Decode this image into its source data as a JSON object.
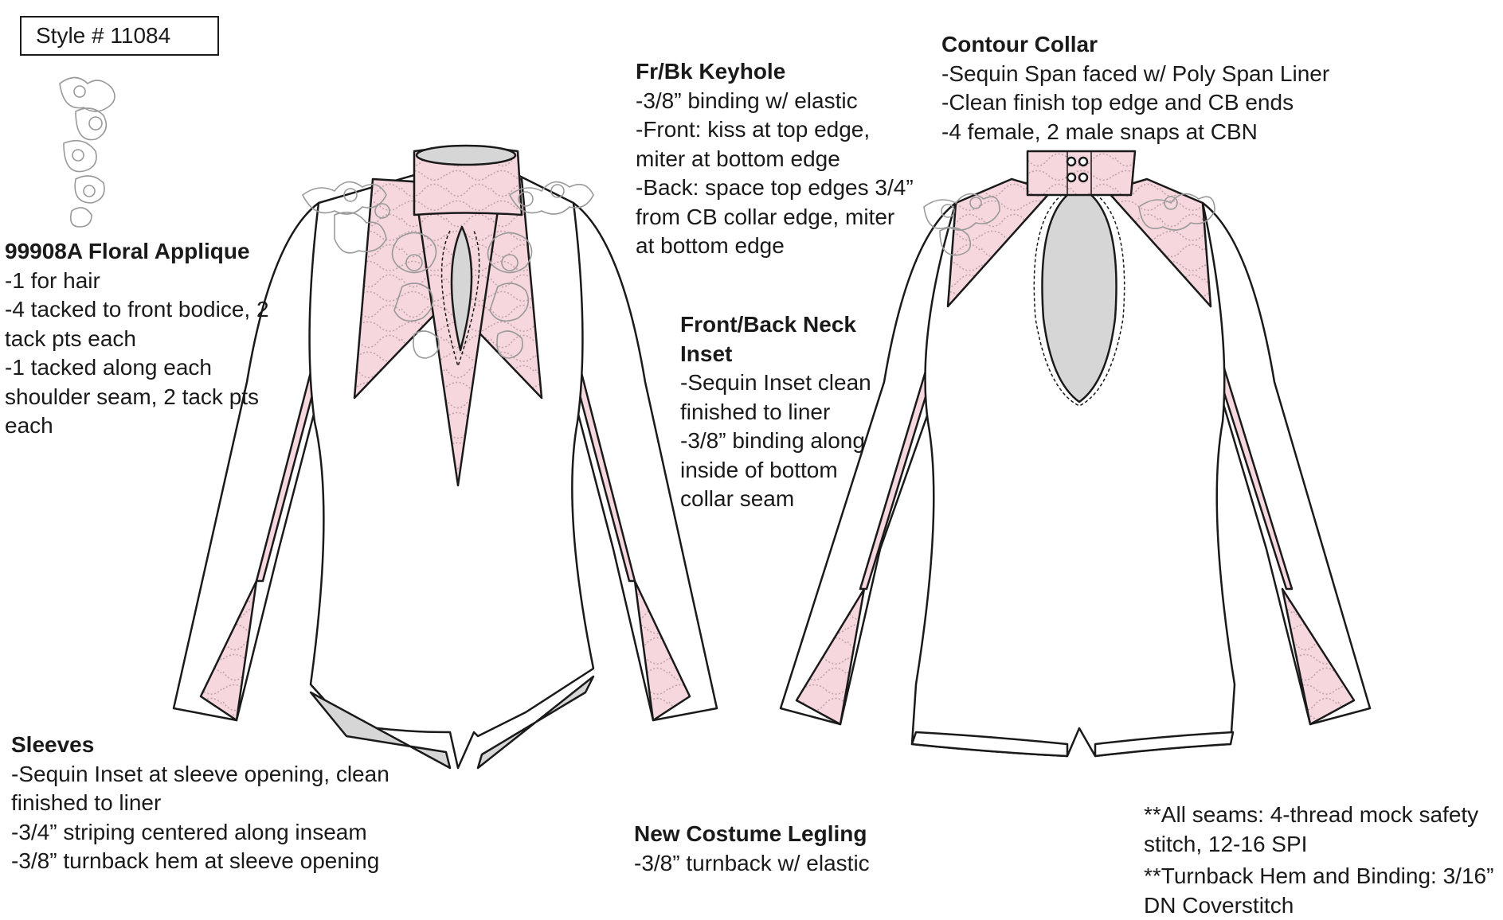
{
  "style_number": "Style # 11084",
  "notes": {
    "applique": {
      "heading": "99908A Floral Applique",
      "lines": [
        "-1 for hair",
        "-4 tacked to front bodice, 2",
        "tack pts each",
        "-1 tacked along each",
        "shoulder seam, 2 tack pts",
        "each"
      ]
    },
    "keyhole": {
      "heading": "Fr/Bk Keyhole",
      "lines": [
        "-3/8” binding w/ elastic",
        "-Front: kiss at top edge,",
        "miter at bottom edge",
        "-Back: space top edges 3/4”",
        "from CB collar edge, miter",
        "at bottom edge"
      ]
    },
    "collar": {
      "heading": "Contour Collar",
      "lines": [
        "-Sequin Span faced w/ Poly Span Liner",
        "-Clean finish top edge and CB ends",
        "-4 female, 2 male snaps at CBN"
      ]
    },
    "neck_inset": {
      "heading_lines": [
        "Front/Back Neck",
        "Inset"
      ],
      "lines": [
        "-Sequin Inset clean",
        "finished to liner",
        "-3/8” binding along",
        "inside of bottom",
        "collar seam"
      ]
    },
    "sleeves": {
      "heading": "Sleeves",
      "lines": [
        "-Sequin Inset at sleeve opening, clean",
        "finished to liner",
        "-3/4” striping centered along inseam",
        "-3/8” turnback hem at sleeve opening"
      ]
    },
    "legging": {
      "heading": "New Costume Legling",
      "lines": [
        "-3/8” turnback w/ elastic"
      ]
    },
    "seams": {
      "lines": [
        "**All seams: 4-thread mock safety",
        "stitch, 12-16 SPI",
        "**Turnback Hem and Binding: 3/16”",
        "DN Coverstitch"
      ]
    }
  },
  "colors": {
    "sequin_pink": "#f6d7dd",
    "lining_grey": "#d6d6d6",
    "outline": "#1a1a1a",
    "applique_grey": "#9a9a9a"
  }
}
